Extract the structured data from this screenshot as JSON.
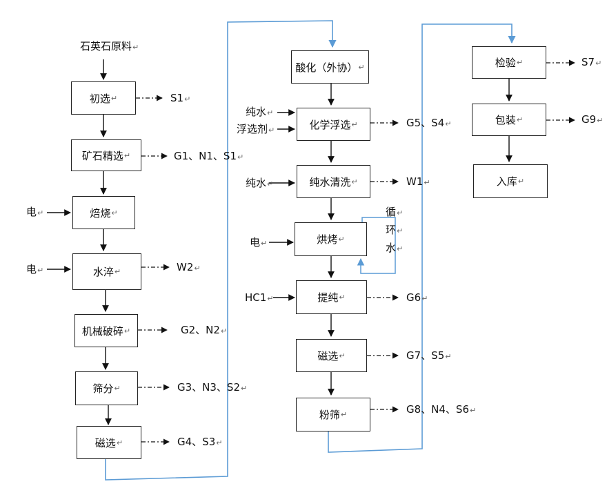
{
  "return_mark": "↵",
  "column1": {
    "raw_material": "石英石原料",
    "steps": [
      "初选",
      "矿石精选",
      "焙烧",
      "水淬",
      "机械破碎",
      "筛分",
      "磁选"
    ],
    "inputs": {
      "roast": "电",
      "quench": "电"
    },
    "outputs": {
      "initial_select": "S1",
      "ore_select": "G1、N1、S1",
      "quench": "W2",
      "crush": "G2、N2",
      "screen": "G3、N3、S2",
      "magnetic": "G4、S3"
    }
  },
  "column2": {
    "steps": [
      "酸化（外协）",
      "化学浮选",
      "纯水清洗",
      "烘烤",
      "提纯",
      "磁选",
      "粉筛"
    ],
    "inputs": {
      "flotation_water": "纯水",
      "flotation_agent": "浮选剂",
      "clean_water": "纯水",
      "bake": "电",
      "purify": "HC1"
    },
    "recycle_label": [
      "循",
      "环",
      "水"
    ],
    "outputs": {
      "flotation": "G5、S4",
      "clean": "W1",
      "purify": "G6",
      "magnetic": "G7、S5",
      "sieve": "G8、N4、S6"
    }
  },
  "column3": {
    "steps": [
      "检验",
      "包装",
      "入库"
    ],
    "outputs": {
      "inspect": "S7",
      "pack": "G9"
    }
  },
  "colors": {
    "line": "#111111",
    "link": "#5b9bd5"
  }
}
